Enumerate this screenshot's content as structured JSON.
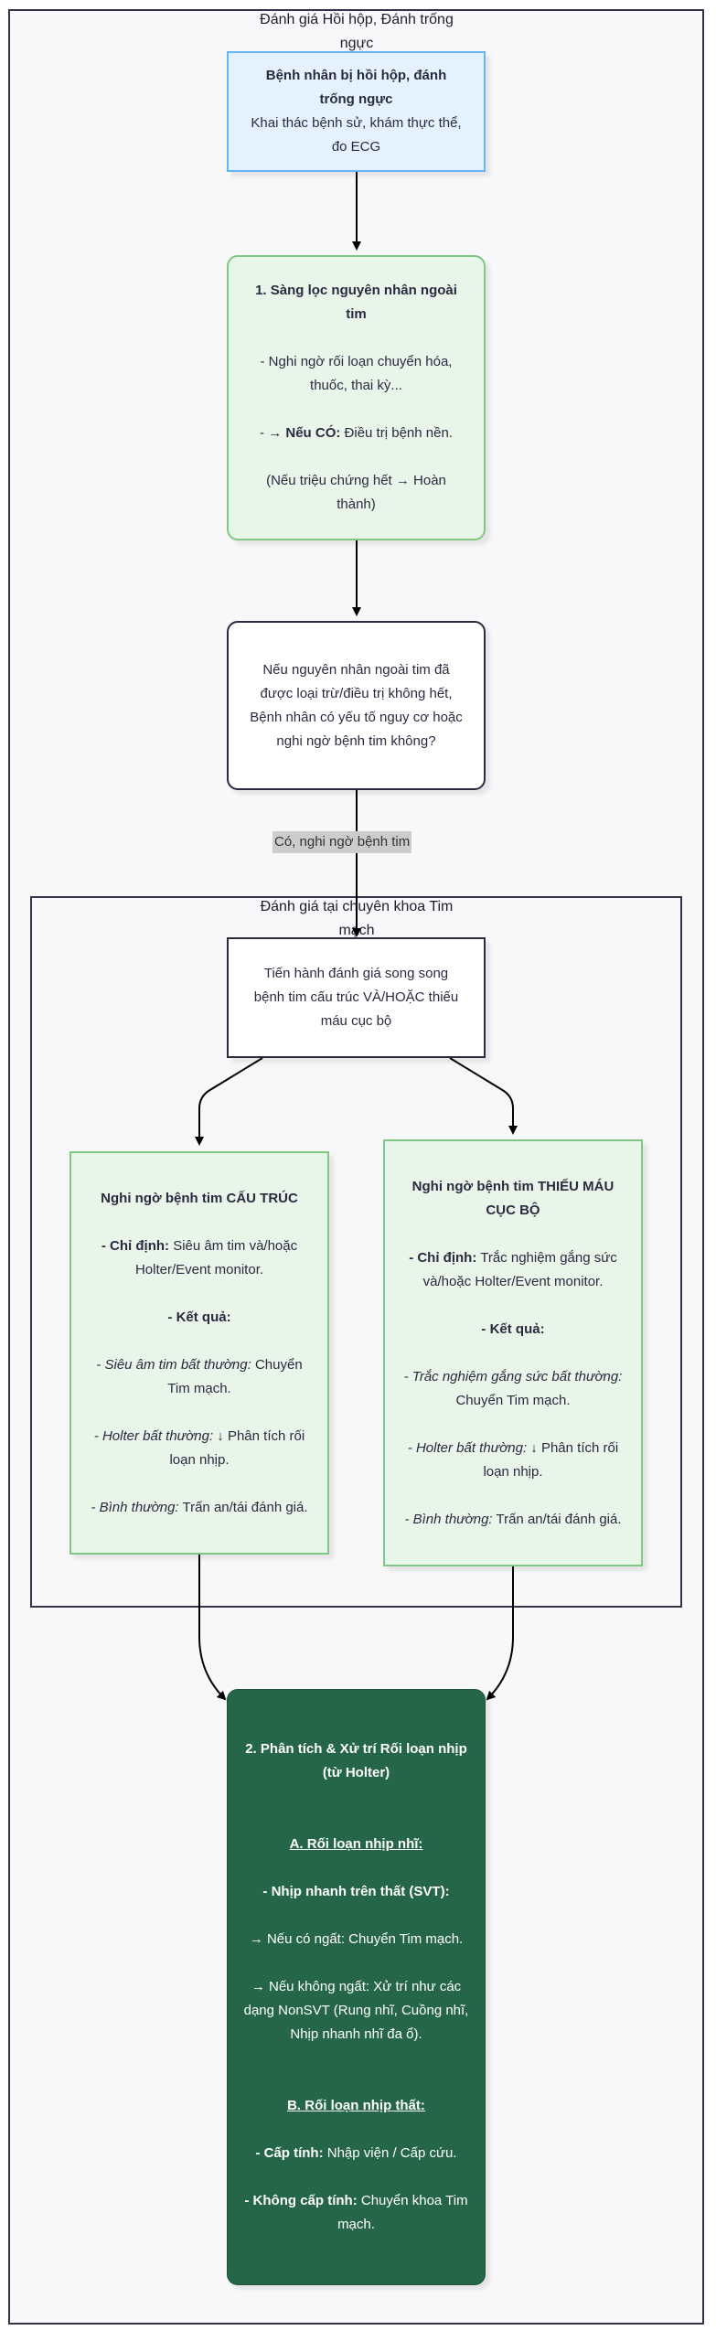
{
  "outer_cluster": {
    "title": "Đánh giá Hồi hộp, Đánh trống ngực"
  },
  "inner_cluster": {
    "title": "Đánh giá tại chuyên khoa Tim mạch"
  },
  "start_node": {
    "title": "Bệnh nhân bị hồi hộp, đánh trống ngực",
    "text": "Khai thác bệnh sử, khám thực thể, đo ECG"
  },
  "screening_node": {
    "title": "1. Sàng lọc nguyên nhân ngoài tim",
    "line1": "- Nghi ngờ rối loạn chuyển hóa, thuốc, thai kỳ...",
    "line2_lead": "- → ",
    "line2_bold": "Nếu CÓ:",
    "line2_rest": " Điều trị bệnh nền.",
    "line3": "(Nếu triệu chứng hết → Hoàn thành)"
  },
  "decision_node": {
    "line1": "Nếu nguyên nhân ngoài tim đã được loại trừ/điều trị không hết,",
    "line2": "Bệnh nhân có yếu tố nguy cơ hoặc nghi ngờ bệnh tim không?"
  },
  "edge_label": "Có, nghi ngờ bệnh tim",
  "parallel_node": {
    "line1": "Tiến hành đánh giá song song",
    "line2": "bệnh tim cấu trúc VÀ/HOẶC thiếu máu cục bộ"
  },
  "structural_node": {
    "title": "Nghi ngờ bệnh tim CẤU TRÚC",
    "indication_label": "- Chỉ định:",
    "indication": " Siêu âm tim và/hoặc Holter/Event monitor.",
    "results_label": "- Kết quả:",
    "r1_label": "- Siêu âm tim bất thường:",
    "r1": " Chuyển Tim mạch.",
    "r2_label": "- Holter bất thường:",
    "r2": " ↓ Phân tích rối loạn nhịp.",
    "r3_label": "- Bình thường:",
    "r3": " Trấn an/tái đánh giá."
  },
  "ischemic_node": {
    "title": "Nghi ngờ bệnh tim THIẾU MÁU CỤC BỘ",
    "indication_label": "- Chỉ định:",
    "indication": " Trắc nghiệm gắng sức và/hoặc Holter/Event monitor.",
    "results_label": "- Kết quả:",
    "r1_label": "- Trắc nghiệm gắng sức bất thường:",
    "r1": " Chuyển Tim mạch.",
    "r2_label": "- Holter bất thường:",
    "r2": " ↓ Phân tích rối loạn nhịp.",
    "r3_label": "- Bình thường:",
    "r3": " Trấn an/tái đánh giá."
  },
  "arrhythmia_node": {
    "title": "2. Phân tích & Xử trí Rối loạn nhịp (từ Holter)",
    "section_a": "A. Rối loạn nhịp nhĩ:",
    "svt": "- Nhịp nhanh trên thất (SVT):",
    "svt_syncope": "→ Nếu có ngất: Chuyển Tim mạch.",
    "svt_no_syncope": "→ Nếu không ngất: Xử trí như các dạng NonSVT (Rung nhĩ, Cuồng nhĩ, Nhịp nhanh nhĩ đa ổ).",
    "section_b": "B. Rối loạn nhịp thất:",
    "acute_label": "- Cấp tính:",
    "acute": " Nhập viện / Cấp cứu.",
    "nonacute_label": "- Không cấp tính:",
    "nonacute": " Chuyển khoa Tim mạch."
  },
  "colors": {
    "start_fill": "#e3f2fd",
    "start_border": "#64b5f6",
    "green_fill": "#e8f5e9",
    "green_border": "#81c784",
    "dark_fill": "#256649",
    "edge": "#000000"
  }
}
